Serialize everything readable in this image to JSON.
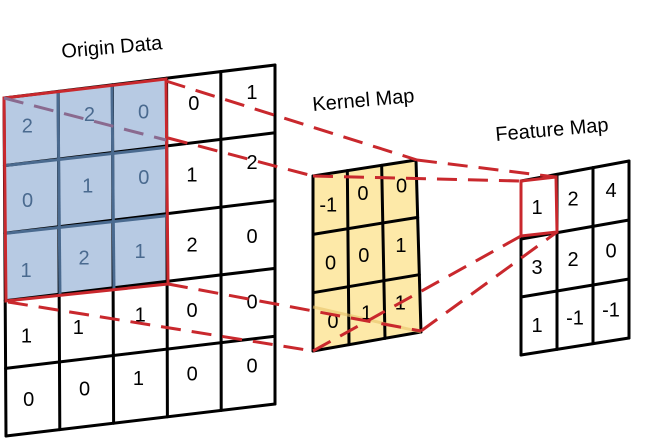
{
  "titles": {
    "origin": "Origin Data",
    "kernel": "Kernel Map",
    "feature": "Feature Map"
  },
  "origin_grid": [
    [
      "2",
      "2",
      "0",
      "0",
      "1"
    ],
    [
      "0",
      "1",
      "0",
      "1",
      "2"
    ],
    [
      "1",
      "2",
      "1",
      "2",
      "0"
    ],
    [
      "1",
      "1",
      "1",
      "0",
      "0"
    ],
    [
      "0",
      "0",
      "1",
      "0",
      "0"
    ]
  ],
  "kernel_grid": [
    [
      "-1",
      "0",
      "0"
    ],
    [
      "0",
      "0",
      "1"
    ],
    [
      "0",
      "1",
      "1"
    ]
  ],
  "feature_grid": [
    [
      "1",
      "2",
      "4"
    ],
    [
      "3",
      "2",
      "0"
    ],
    [
      "1",
      "-1",
      "-1"
    ]
  ],
  "colors": {
    "highlight_fill": "#b7cae3",
    "highlight_line": "#4a6a8f",
    "kernel_fill": "#fde9a8",
    "accent_red": "#c9282d",
    "grid": "#000000"
  }
}
